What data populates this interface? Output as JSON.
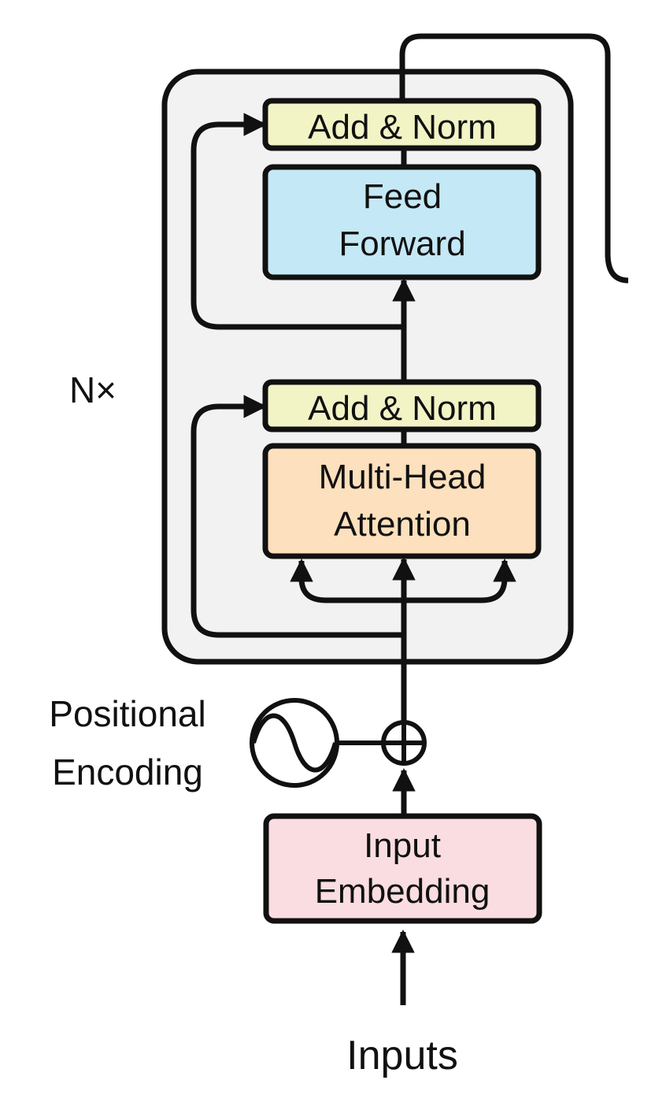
{
  "diagram": {
    "repeat_label": "N×",
    "blocks": {
      "add_norm_top": "Add & Norm",
      "feed_forward": [
        "Feed",
        "Forward"
      ],
      "add_norm_bottom": "Add & Norm",
      "multi_head_attention": [
        "Multi-Head",
        "Attention"
      ],
      "input_embedding": [
        "Input",
        "Embedding"
      ]
    },
    "positional_encoding": [
      "Positional",
      "Encoding"
    ],
    "inputs_label": "Inputs",
    "colors": {
      "encoder_background": "#f2f2f2",
      "add_norm": "#f2f4c6",
      "feed_forward": "#c5e8f6",
      "multi_head_attention": "#fde0bd",
      "input_embedding": "#fadde1",
      "stroke": "#111111"
    },
    "icons": [
      "sine-wave-icon",
      "plus-circle-icon",
      "arrow-icon"
    ]
  }
}
